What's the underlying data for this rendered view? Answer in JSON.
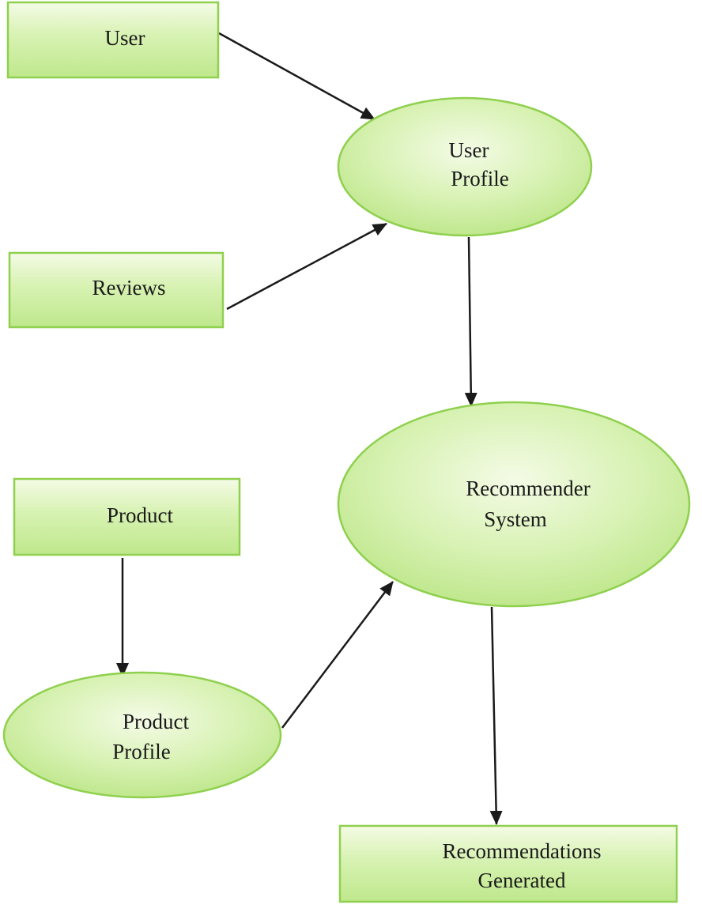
{
  "diagram": {
    "nodes": {
      "user": {
        "shape": "rectangle",
        "lines": [
          "User"
        ]
      },
      "reviews": {
        "shape": "rectangle",
        "lines": [
          "Reviews"
        ]
      },
      "user_profile": {
        "shape": "ellipse",
        "lines": [
          "User",
          "Profile"
        ]
      },
      "recommender_system": {
        "shape": "ellipse",
        "lines": [
          "Recommender",
          "System"
        ]
      },
      "product": {
        "shape": "rectangle",
        "lines": [
          "Product"
        ]
      },
      "product_profile": {
        "shape": "ellipse",
        "lines": [
          "Product",
          "Profile"
        ]
      },
      "recommendations_generated": {
        "shape": "rectangle",
        "lines": [
          "Recommendations",
          "Generated"
        ]
      }
    },
    "edges": [
      {
        "from": "user",
        "to": "user_profile"
      },
      {
        "from": "reviews",
        "to": "user_profile"
      },
      {
        "from": "user_profile",
        "to": "recommender_system"
      },
      {
        "from": "product",
        "to": "product_profile"
      },
      {
        "from": "product_profile",
        "to": "recommender_system"
      },
      {
        "from": "recommender_system",
        "to": "recommendations_generated"
      }
    ],
    "colors": {
      "node_fill_light": "#f4fbe6",
      "node_fill_dark": "#bfe88c",
      "node_stroke": "#8fd04e",
      "arrow": "#1a1a1a",
      "text": "#1a1a1a"
    }
  }
}
